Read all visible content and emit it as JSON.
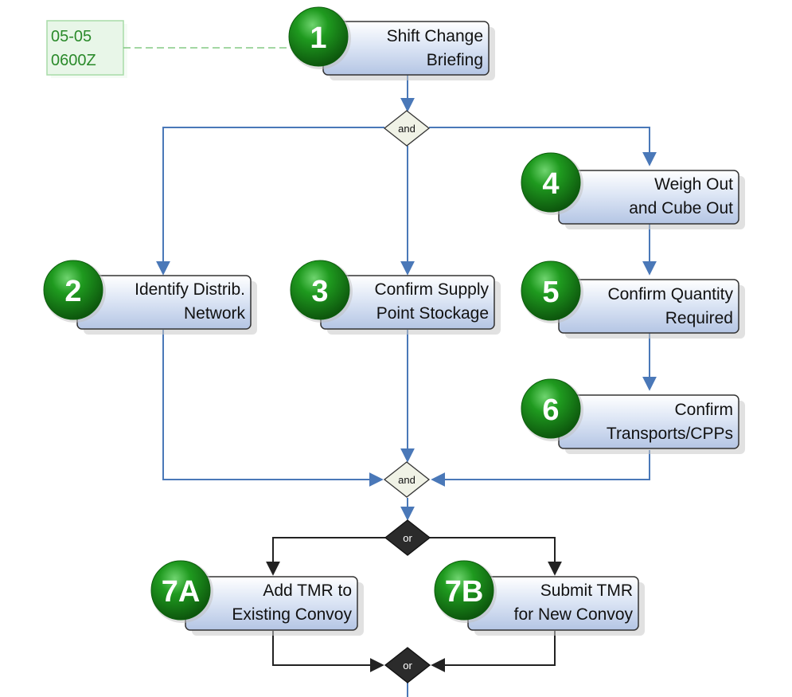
{
  "timestamp": {
    "line1": "05-05",
    "line2": "0600Z"
  },
  "steps": [
    {
      "id": "1",
      "number": "1",
      "line1": "Shift Change",
      "line2": "Briefing"
    },
    {
      "id": "2",
      "number": "2",
      "line1": "Identify Distrib.",
      "line2": "Network"
    },
    {
      "id": "3",
      "number": "3",
      "line1": "Confirm Supply",
      "line2": "Point Stockage"
    },
    {
      "id": "4",
      "number": "4",
      "line1": "Weigh Out",
      "line2": "and Cube Out"
    },
    {
      "id": "5",
      "number": "5",
      "line1": "Confirm Quantity",
      "line2": "Required"
    },
    {
      "id": "6",
      "number": "6",
      "line1": "Confirm",
      "line2": "Transports/CPPs"
    },
    {
      "id": "7a",
      "number": "7A",
      "line1": "Add TMR to",
      "line2": "Existing Convoy"
    },
    {
      "id": "7b",
      "number": "7B",
      "line1": "Submit TMR",
      "line2": "for New Convoy"
    }
  ],
  "gates": [
    {
      "id": "and-split",
      "label": "and",
      "kind": "and"
    },
    {
      "id": "and-join",
      "label": "and",
      "kind": "and"
    },
    {
      "id": "or-split",
      "label": "or",
      "kind": "or"
    },
    {
      "id": "or-join",
      "label": "or",
      "kind": "or"
    }
  ],
  "colors": {
    "connector": "#4a78b8",
    "or_connector": "#222222",
    "box_fill_top": "#ffffff",
    "box_fill_bottom": "#b9c9e6",
    "circle_green": "#1d8a1d",
    "timestamp_green": "#2a8a2a"
  }
}
